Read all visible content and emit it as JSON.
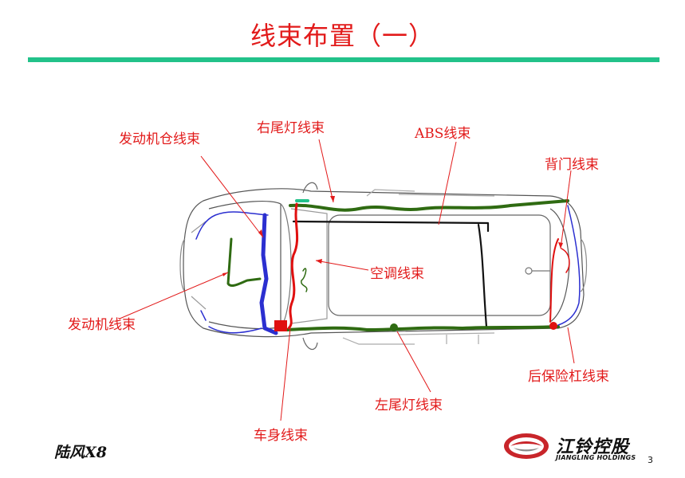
{
  "title": "线束布置（一）",
  "labels": {
    "engine_bay": "发动机仓线束",
    "right_tail": "右尾灯线束",
    "abs": "ABS线束",
    "back_door": "背门线束",
    "ac": "空调线束",
    "engine": "发动机线束",
    "rear_bumper": "后保险杠线束",
    "left_tail": "左尾灯线束",
    "body": "车身线束"
  },
  "footer": {
    "model": "陆风X8",
    "company_cn": "江铃控股",
    "company_en": "JIANGLING HOLDINGS",
    "page": "3"
  },
  "colors": {
    "title": "#e21a1a",
    "bar": "#22c28a",
    "harness_green": "#2f6b12",
    "harness_blue": "#2b2fd0",
    "harness_red": "#e01010",
    "harness_black": "#111111",
    "logo_red": "#c8252a"
  }
}
